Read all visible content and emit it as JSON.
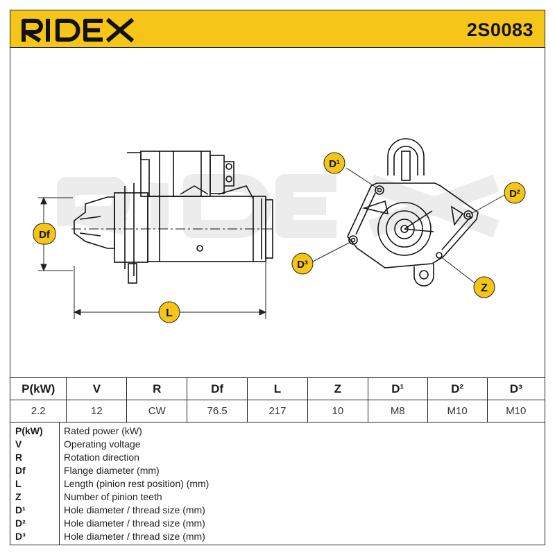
{
  "header": {
    "brand": "RIDEX",
    "part_number": "2S0083",
    "brand_color": "#f5c518"
  },
  "drawing": {
    "callouts": {
      "df": "Df",
      "l": "L",
      "d1": "D¹",
      "d2": "D²",
      "d3": "D³",
      "z": "Z"
    }
  },
  "spec_table": {
    "headers": [
      "P(kW)",
      "V",
      "R",
      "Df",
      "L",
      "Z",
      "D¹",
      "D²",
      "D³"
    ],
    "values": [
      "2.2",
      "12",
      "CW",
      "76.5",
      "217",
      "10",
      "M8",
      "M10",
      "M10"
    ]
  },
  "legend": [
    {
      "code": "P(kW)",
      "desc": "Rated power (kW)"
    },
    {
      "code": "V",
      "desc": "Operating voltage"
    },
    {
      "code": "R",
      "desc": "Rotation direction"
    },
    {
      "code": "Df",
      "desc": "Flange diameter (mm)"
    },
    {
      "code": "L",
      "desc": "Length (pinion rest position) (mm)"
    },
    {
      "code": "Z",
      "desc": "Number of pinion teeth"
    },
    {
      "code": "D¹",
      "desc": "Hole diameter / thread size (mm)"
    },
    {
      "code": "D²",
      "desc": "Hole diameter / thread size (mm)"
    },
    {
      "code": "D³",
      "desc": "Hole diameter / thread size (mm)"
    }
  ]
}
